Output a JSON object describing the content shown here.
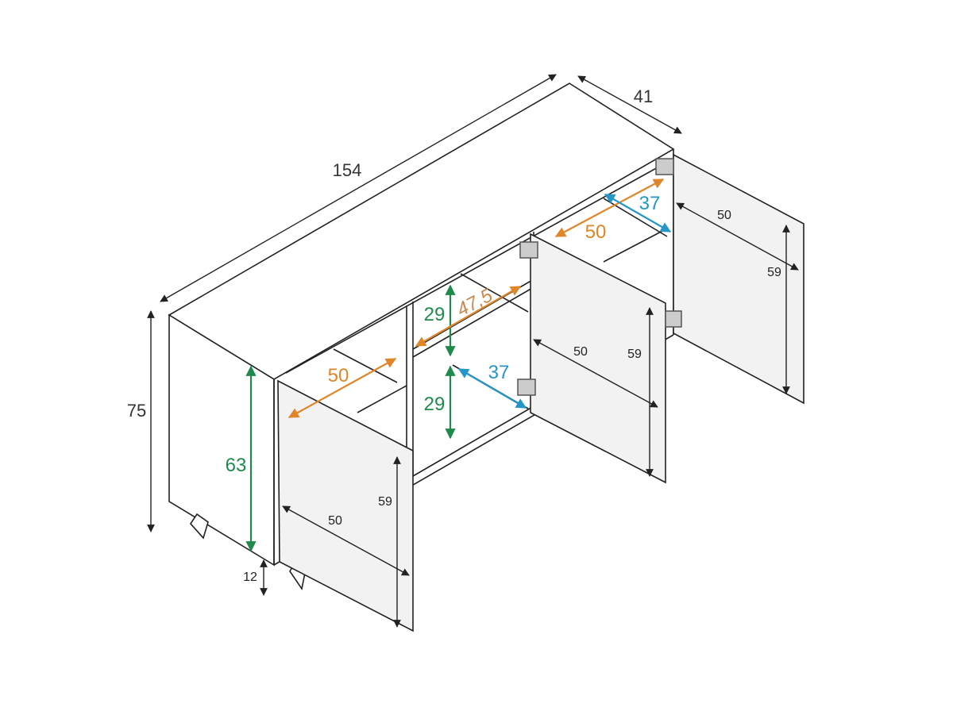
{
  "colors": {
    "line": "#222222",
    "door_fill": "#f2f2f2",
    "green": "#1f8a4c",
    "orange": "#e0862a",
    "blue": "#2596c8",
    "label": "#333333"
  },
  "dimensions": {
    "width": "154",
    "depth": "41",
    "height": "75",
    "inner_height": "63",
    "leg_height": "12",
    "left_compartment_width": "50",
    "middle_shelf_depth": "47,5",
    "middle_upper_height": "29",
    "middle_lower_height": "29",
    "middle_inner_depth": "37",
    "right_compartment_width": "50",
    "right_inner_depth": "37"
  },
  "doors": [
    {
      "width": "50",
      "height": "59"
    },
    {
      "width": "50",
      "height": "59"
    },
    {
      "width": "50",
      "height": "59"
    }
  ]
}
